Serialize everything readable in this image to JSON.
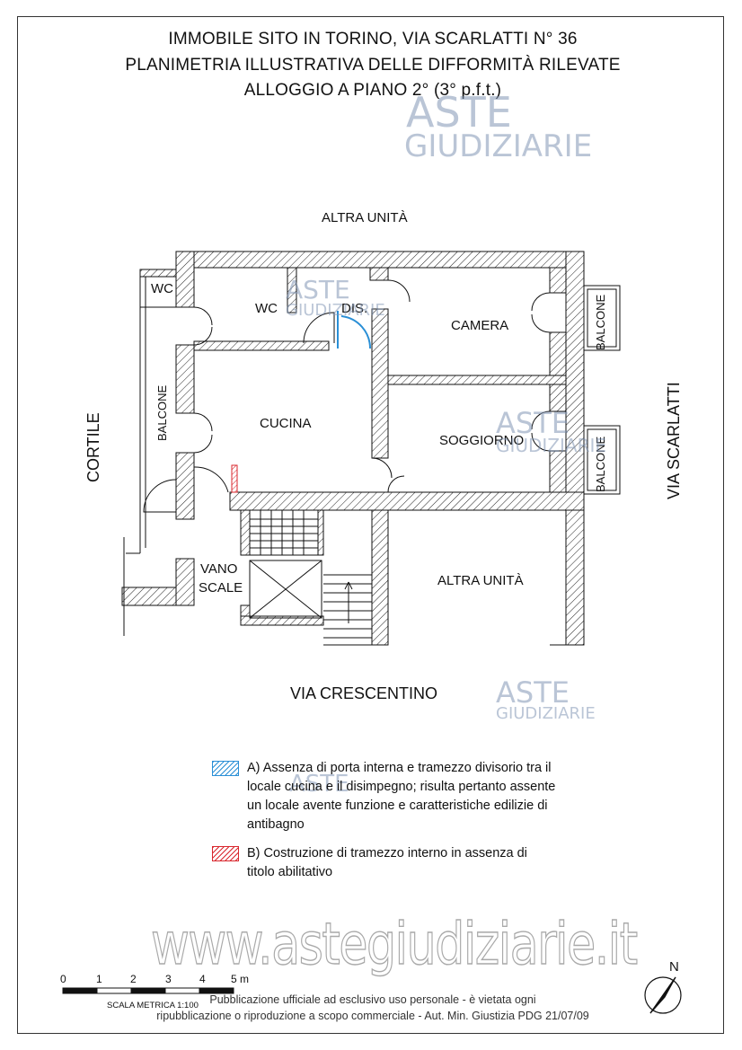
{
  "header": {
    "line1": "IMMOBILE SITO IN TORINO, VIA SCARLATTI N° 36",
    "line2": "PLANIMETRIA ILLUSTRATIVA DELLE DIFFORMITÀ RILEVATE",
    "line3": "ALLOGGIO A PIANO 2° (3° p.f.t.)"
  },
  "watermark": {
    "brand_top": "ASTE",
    "brand_bottom": "GIUDIZIARIE",
    "url": "www.astegiudiziarie.it"
  },
  "plan": {
    "altra_unita_top": "ALTRA UNITÀ",
    "altra_unita_bottom": "ALTRA UNITÀ",
    "wc_outer": "WC",
    "wc": "WC",
    "dis": "DIS.",
    "camera": "CAMERA",
    "cucina": "CUCINA",
    "soggiorno": "SOGGIORNO",
    "balcone_left": "BALCONE",
    "balcone_right_top": "BALCONE",
    "balcone_right_bottom": "BALCONE",
    "vano": "VANO",
    "scale": "SCALE",
    "cortile": "CORTILE",
    "via_scarlatti": "VIA SCARLATTI",
    "via_crescentino": "VIA CRESCENTINO"
  },
  "legend": {
    "a_text": "A) Assenza di porta interna e tramezzo divisorio tra il locale cucina e il disimpegno; risulta pertanto assente un locale avente funzione e caratteristiche edilizie di antibagno",
    "a_color": "#2a8fd6",
    "b_text": "B) Costruzione di tramezzo interno in assenza di titolo abilitativo",
    "b_color": "#d9272e"
  },
  "scale_bar": {
    "ticks": [
      "0",
      "1",
      "2",
      "3",
      "4",
      "5 m"
    ],
    "label": "SCALA METRICA 1:100"
  },
  "north": "N",
  "footer": {
    "line1": "Pubblicazione ufficiale ad esclusivo uso personale - è vietata ogni",
    "line2": "ripubblicazione o riproduzione a scopo commerciale - Aut. Min. Giustizia PDG 21/07/09"
  }
}
